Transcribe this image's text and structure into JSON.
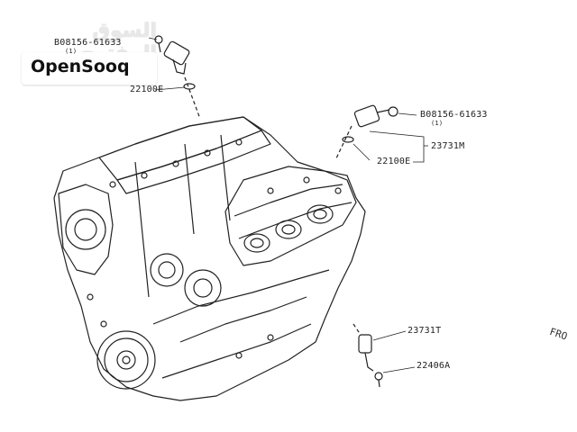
{
  "watermark": {
    "arabic_text": "السوق المفتوح",
    "brand_text": "OpenSooq"
  },
  "callouts": {
    "top_left_bolt": "B08156-61633",
    "top_left_bolt_qty": "(1)",
    "top_left_oring": "22100E",
    "right_bolt": "B08156-61633",
    "right_bolt_qty": "(1)",
    "right_sensor": "23731M",
    "right_oring": "22100E",
    "lower_sensor": "23731T",
    "lower_bolt": "22406A"
  },
  "direction_label": "FRO",
  "colors": {
    "line": "#222222",
    "background": "#ffffff",
    "watermark": "#e8e8e8"
  }
}
